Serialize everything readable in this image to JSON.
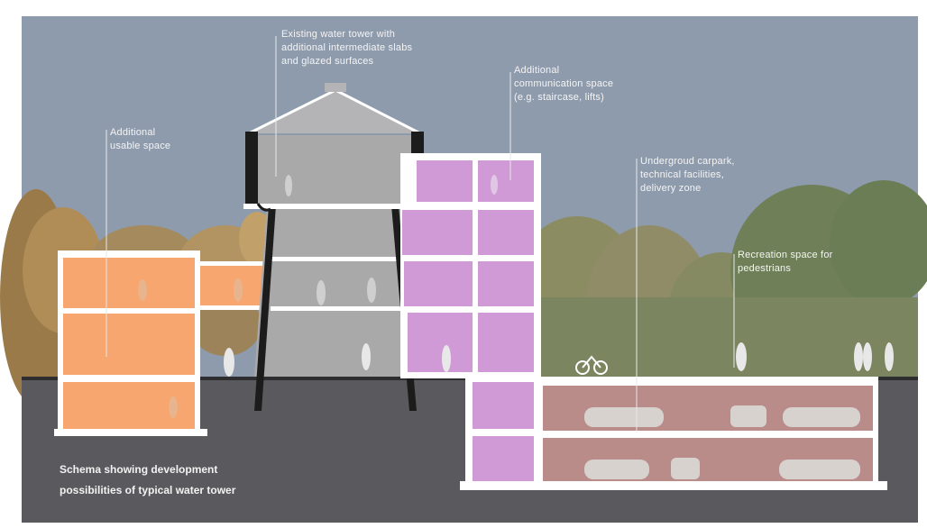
{
  "caption": {
    "line1": "Schema showing development",
    "line2": "possibilities of typical water tower"
  },
  "annotations": [
    {
      "id": "tower",
      "lines": [
        "Existing water tower with",
        "additional intermediate slabs",
        "and glazed surfaces"
      ]
    },
    {
      "id": "communication",
      "lines": [
        "Additional",
        "communication space",
        "(e.g. staircase, lifts)"
      ]
    },
    {
      "id": "usable",
      "lines": [
        "Additional",
        "usable space"
      ]
    },
    {
      "id": "carpark",
      "lines": [
        "Undergroud carpark,",
        "technical facilities,",
        "delivery zone"
      ]
    },
    {
      "id": "recreation",
      "lines": [
        "Recreation space for",
        "pedestrians"
      ]
    }
  ],
  "colors": {
    "sky": "#8e9bad",
    "ground": "#5a5a5e",
    "orange_block": "#f7a66f",
    "purple_block": "#cf9ad6",
    "tower_grey": "#a9a9aa",
    "carpark": "#b98c8a",
    "slab": "#ffffff",
    "trees_autumn": "#a58a55",
    "trees_green": "#6d8059"
  }
}
